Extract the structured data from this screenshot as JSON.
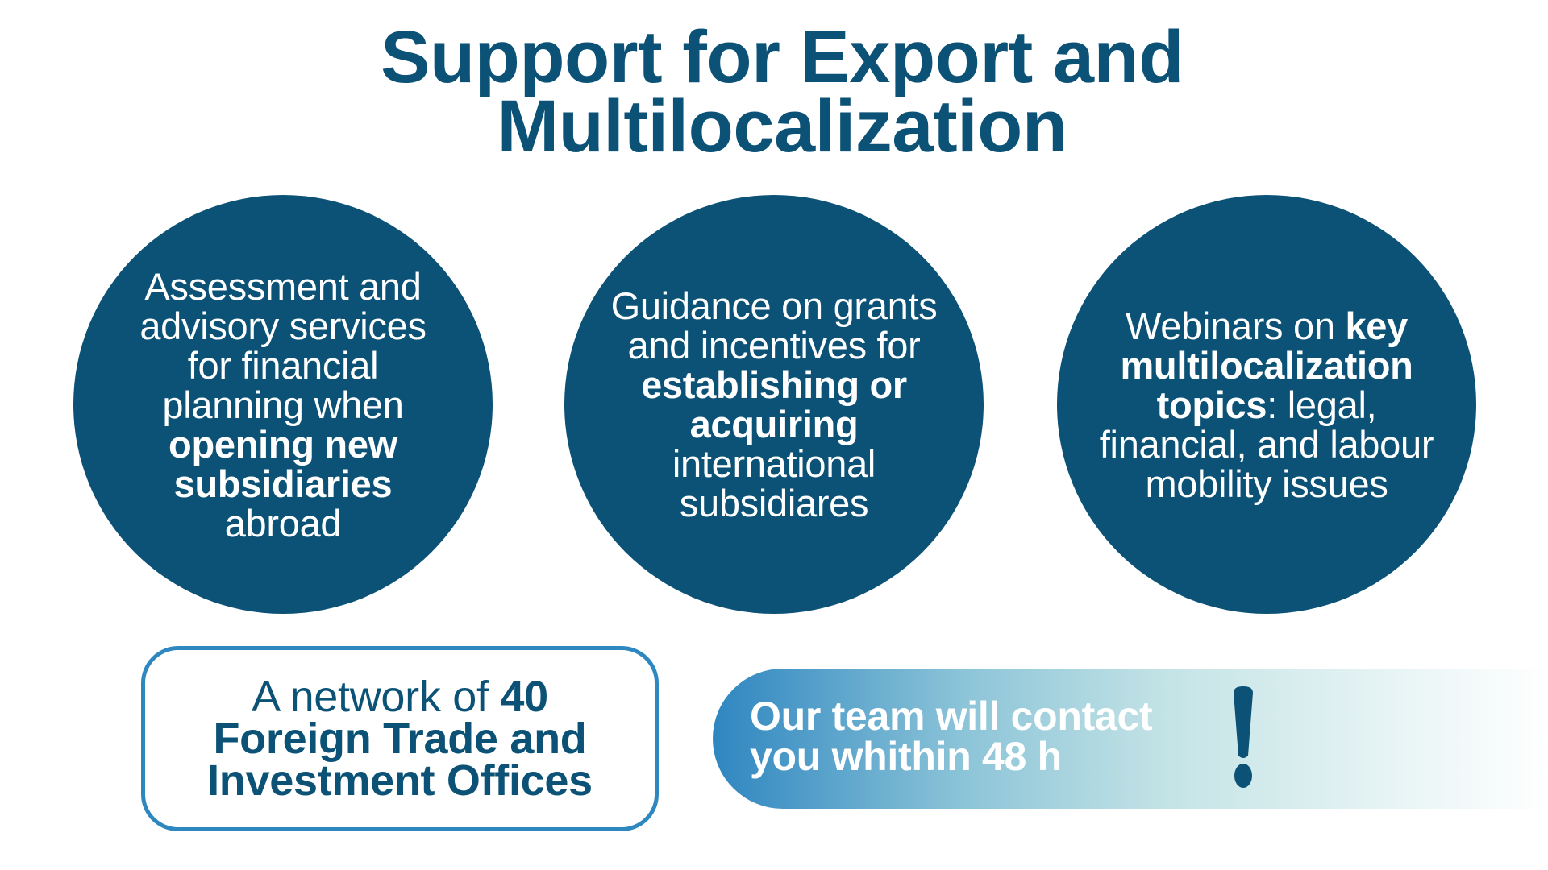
{
  "title": {
    "line1": "Support for Export and",
    "line2": "Multilocalization"
  },
  "circles": [
    {
      "pre": "Assessment and advisory services for financial planning when ",
      "bold": "opening new subsidiaries",
      "post": " abroad"
    },
    {
      "pre": "Guidance on grants and incentives for ",
      "bold": "establishing or acquiring",
      "post": " international subsidiares"
    },
    {
      "pre": "Webinars on ",
      "bold": "key multilocalization topics",
      "post": ": legal, financial, and labour mobility issues"
    }
  ],
  "network_box": {
    "pre": "A network of ",
    "bold": "40 Foreign Trade and Investment Offices"
  },
  "contact_banner": {
    "line1": "Our team will contact",
    "line2": "you whithin 48 h",
    "icon": "exclamation-icon"
  },
  "colors": {
    "primary": "#0b5276",
    "accent": "#2f87bf"
  }
}
